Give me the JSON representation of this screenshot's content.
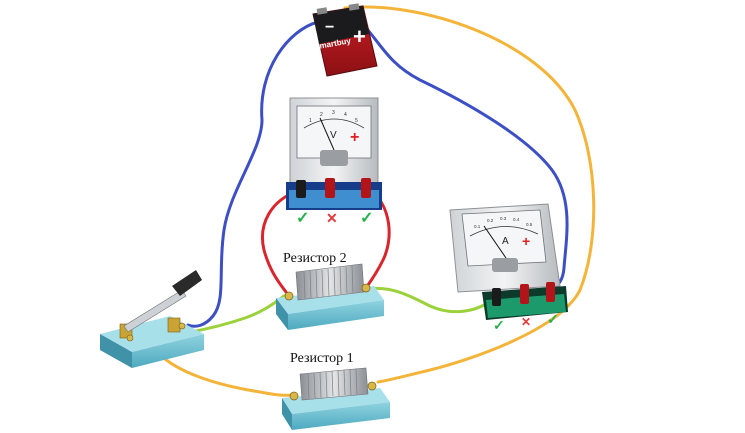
{
  "battery": {
    "brand": "smartbuy",
    "minus_sign": "−",
    "plus_sign": "+"
  },
  "voltmeter": {
    "unit_symbol": "V",
    "plus_mark": "+",
    "scale_ticks": [
      "1",
      "2",
      "3",
      "4",
      "5"
    ]
  },
  "ammeter": {
    "unit_symbol": "A",
    "plus_mark": "+",
    "scale_ticks": [
      "0.1",
      "0.2",
      "0.3",
      "0.4",
      "0.5"
    ]
  },
  "resistor_1": {
    "label": "Резистор 1"
  },
  "resistor_2": {
    "label": "Резистор 2"
  },
  "terminal_marks": {
    "ok": "✓",
    "bad": "✕"
  },
  "colors": {
    "wire_blue": "#3d4fc4",
    "wire_yellow": "#f4b43a",
    "wire_green": "#9bd13a",
    "wire_red": "#d9262c",
    "base_blue": "#3f8fd0",
    "base_green": "#1d9a6c",
    "check_green": "#27b14a",
    "cross_red": "#e33b3b",
    "block_teal": "#66c1d4"
  }
}
